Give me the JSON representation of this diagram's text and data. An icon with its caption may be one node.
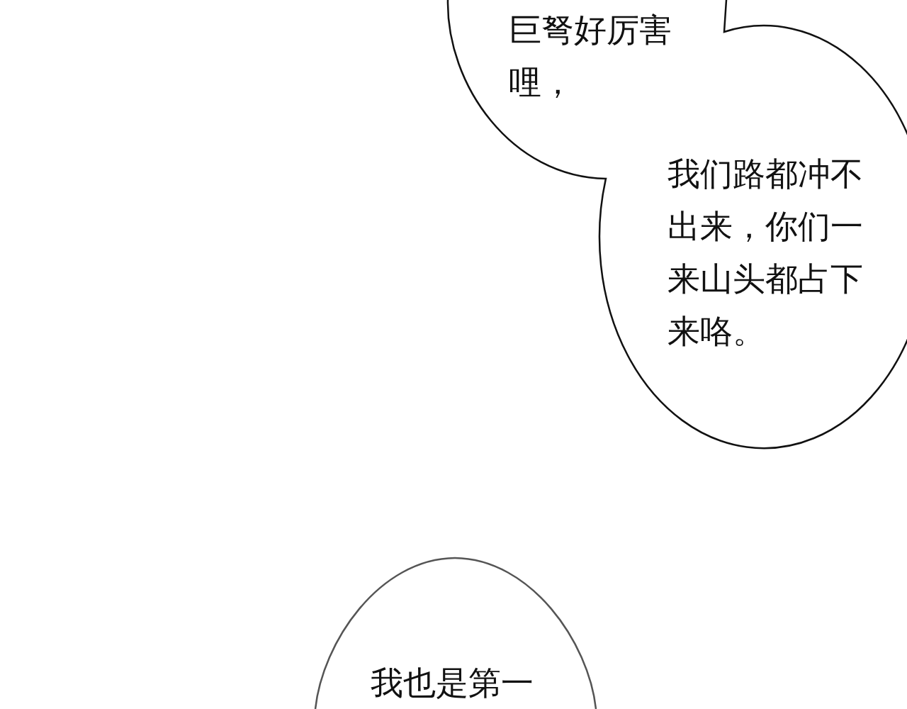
{
  "diagram": {
    "nodes": [
      {
        "text": [
          "巨弩好厉害哩，",
          "我们路都冲不出来，你们一来山头都占下来咯。"
        ]
      },
      {
        "text": [
          "我也是第一"
        ]
      }
    ]
  }
}
